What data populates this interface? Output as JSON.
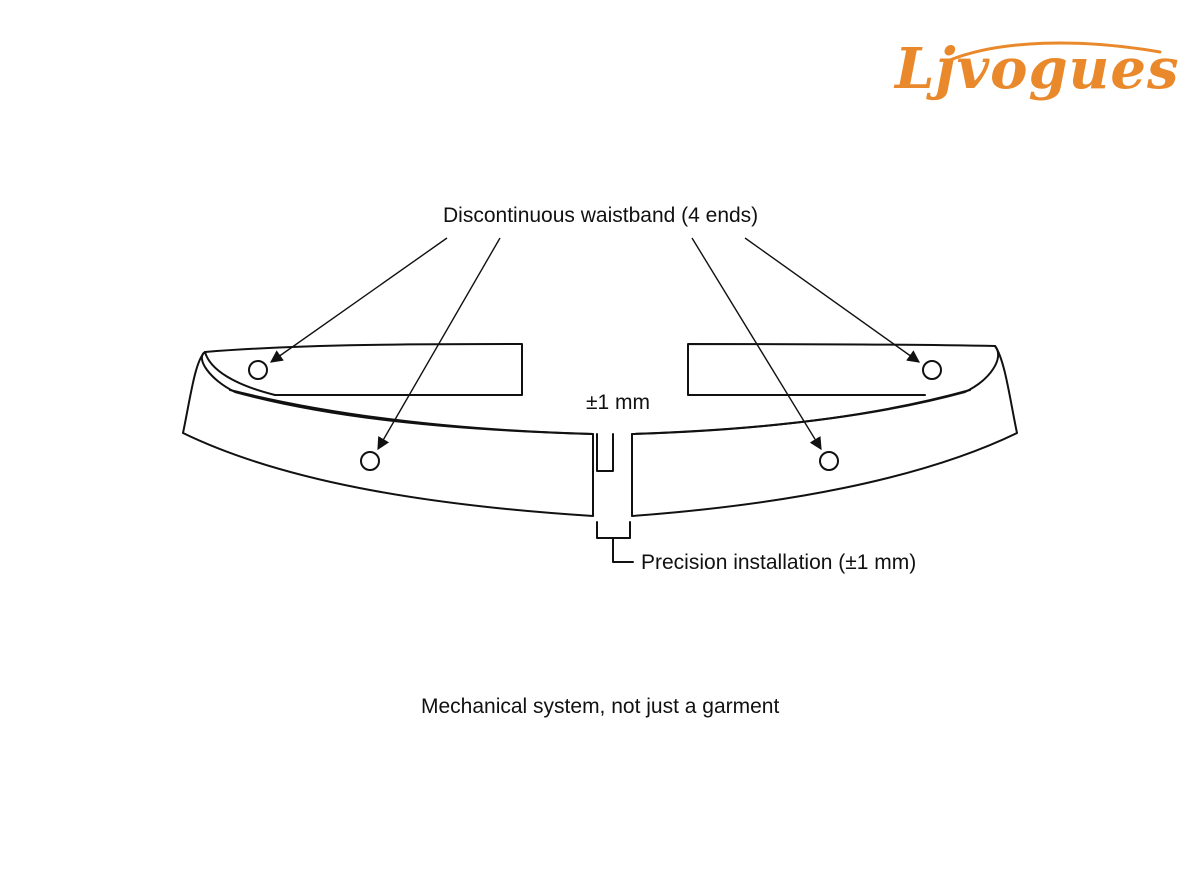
{
  "brand": {
    "logo_text": "Ljvogues",
    "color": "#e9892b"
  },
  "diagram": {
    "label_ends": "Discontinuous waistband (4 ends)",
    "label_gap": "±1 mm",
    "label_precision": "Precision installation (±1 mm)",
    "caption": "Mechanical system, not just a garment",
    "line_color": "#111111"
  }
}
